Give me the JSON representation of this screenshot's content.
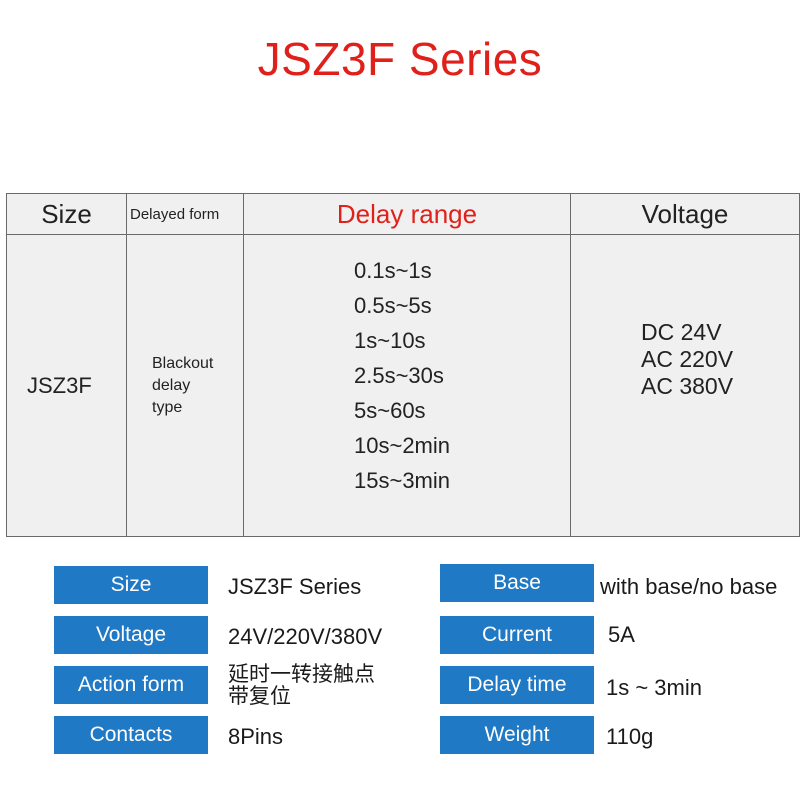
{
  "title": "JSZ3F Series",
  "table": {
    "headers": {
      "size": "Size",
      "delayed_form": "Delayed form",
      "delay_range": "Delay range",
      "voltage": "Voltage"
    },
    "row": {
      "size": "JSZ3F",
      "delayed_form": [
        "Blackout",
        "delay",
        "type"
      ],
      "delay_ranges": [
        "0.1s~1s",
        "0.5s~5s",
        "1s~10s",
        "2.5s~30s",
        "5s~60s",
        "10s~2min",
        "15s~3min"
      ],
      "voltages": [
        "DC 24V",
        "AC 220V",
        "AC 380V"
      ]
    }
  },
  "specs": {
    "size": {
      "label": "Size",
      "value": "JSZ3F Series"
    },
    "base": {
      "label": "Base",
      "value": "with base/no base"
    },
    "voltage": {
      "label": "Voltage",
      "value": "24V/220V/380V"
    },
    "current": {
      "label": "Current",
      "value": "5A"
    },
    "action_form": {
      "label": "Action form",
      "value": [
        "延时一转接触点",
        "带复位"
      ]
    },
    "delay_time": {
      "label": "Delay time",
      "value": "1s ~ 3min"
    },
    "contacts": {
      "label": "Contacts",
      "value": "8Pins"
    },
    "weight": {
      "label": "Weight",
      "value": "110g"
    }
  },
  "colors": {
    "title": "#e0211b",
    "label_bg": "#1f79c4",
    "table_bg": "#f0f0f0",
    "border": "#6a6a6a"
  }
}
